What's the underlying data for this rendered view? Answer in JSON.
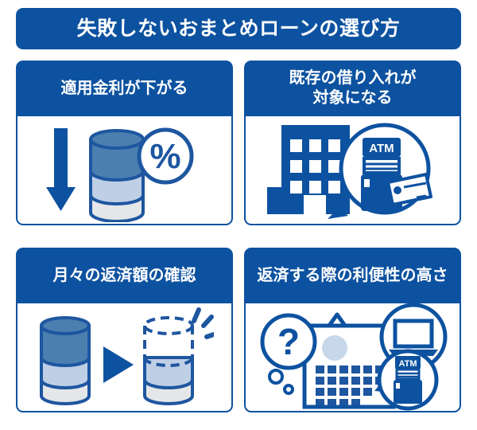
{
  "title": {
    "text": "失敗しないおまとめローンの選び方"
  },
  "colors": {
    "brand_blue": "#0D52A0",
    "mid_blue": "#4A7FB0",
    "light_blue": "#BFCFE6",
    "light_gray": "#E4E6E8",
    "white": "#FFFFFF"
  },
  "panels": [
    {
      "id": "interest-rate-drops",
      "heading": "適用金利が下がる",
      "icon_name": "down-arrow-cylinder-percent-icon",
      "icon_parts": [
        "down-arrow-icon",
        "stacked-cylinder-icon",
        "percent-badge-icon"
      ],
      "badge_label": "%"
    },
    {
      "id": "existing-loans-eligible",
      "heading": "既存の借り入れが\n対象になる",
      "icon_name": "building-atm-card-icon",
      "icon_parts": [
        "building-icon",
        "atm-speech-bubble-icon",
        "credit-card-icon"
      ],
      "atm_label": "ATM"
    },
    {
      "id": "monthly-repayment-check",
      "heading": "月々の返済額の確認",
      "icon_name": "cylinder-reduction-icon",
      "icon_parts": [
        "stacked-cylinder-icon",
        "play-arrow-icon",
        "dashed-cylinder-icon",
        "sparkle-icon"
      ]
    },
    {
      "id": "repayment-convenience",
      "heading": "返済する際の利便性の高さ",
      "icon_name": "calendar-laptop-atm-icon",
      "icon_parts": [
        "question-thought-bubble-icon",
        "calendar-icon",
        "laptop-circle-icon",
        "atm-speech-bubble-icon"
      ],
      "question_label": "?",
      "atm_label": "ATM"
    }
  ]
}
